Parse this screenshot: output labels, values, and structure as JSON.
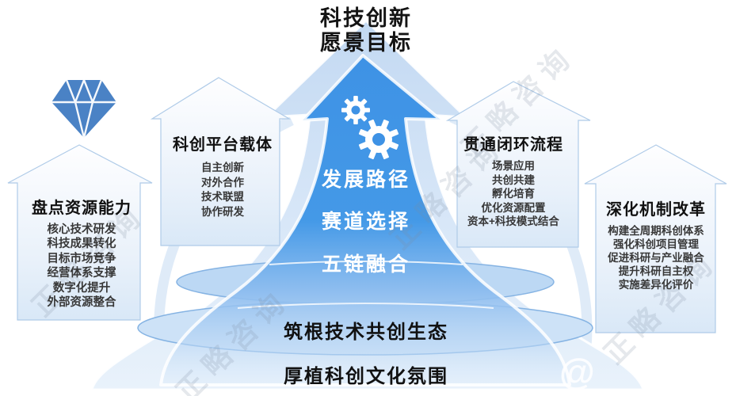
{
  "diagram_title": {
    "line1": "科技创新",
    "line2": "愿景目标"
  },
  "center_arrow": {
    "icon": "gears-icon",
    "steps": [
      "发展路径",
      "赛道选择",
      "五链融合"
    ]
  },
  "houses": [
    {
      "title": "盘点资源能力",
      "items": [
        "核心技术研发",
        "科技成果转化",
        "目标市场竞争",
        "经营体系支撑",
        "数字化提升",
        "外部资源整合"
      ]
    },
    {
      "title": "科创平台载体",
      "items": [
        "自主创新",
        "对外合作",
        "技术联盟",
        "协作研发"
      ]
    },
    {
      "title": "贯通闭环流程",
      "items": [
        "场景应用",
        "共创共建",
        "孵化培育",
        "优化资源配置",
        "资本+科技模式结合"
      ]
    },
    {
      "title": "深化机制改革",
      "items": [
        "构建全周期科创体系",
        "强化科创项目管理",
        "促进科研与产业融合",
        "提升科研自主权",
        "实施差异化评价"
      ]
    }
  ],
  "foundation_bands": [
    "筑根技术共创生态",
    "厚植科创文化氛围"
  ],
  "watermark": {
    "text": "正略咨询",
    "handle": "@"
  },
  "icons": {
    "diamond": "diamond-icon",
    "gears": "gears-icon"
  },
  "colors": {
    "arrow_blue": "#3E92E5",
    "pale_arrow": "#C9DCF3",
    "diamond_blue": "#4A82C5",
    "ellipse_inner_fill": "#BCD8F4",
    "ellipse_outer_fill": "#CDE2F7",
    "ellipse_stroke": "#85B3E3",
    "house_stroke": "#AFCBE8",
    "text_dark": "#1A1A1A"
  }
}
